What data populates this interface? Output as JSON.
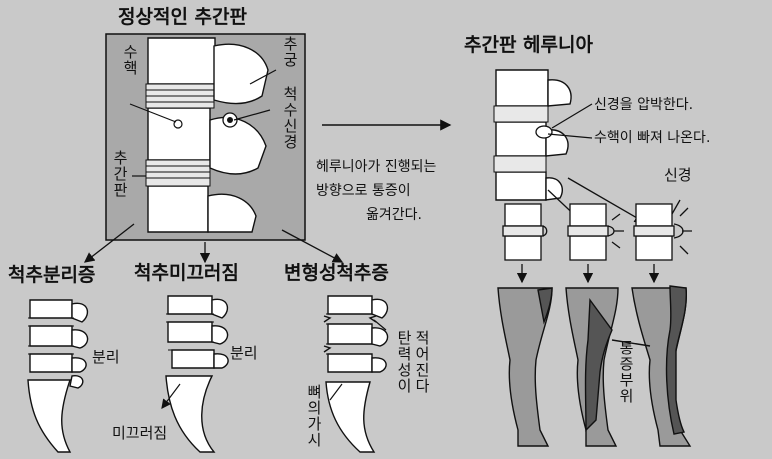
{
  "normal_disc": {
    "title": "정상적인 추간판",
    "vertebral_arch": "추궁",
    "nucleus": "수핵",
    "spinal_nerve": "척수신경",
    "disc": "추간판"
  },
  "hernia": {
    "title": "추간판 헤루니아",
    "compress_nerve": "신경을 압박한다.",
    "nucleus_out": "수핵이 빠져 나온다.",
    "nerve": "신경",
    "pain_moves": [
      "헤루니아가 진행되는",
      "방향으로 통증이",
      "옮겨간다."
    ],
    "pain_area": "통증부위"
  },
  "conditions": {
    "spondylolysis": {
      "title": "척추분리증",
      "label": "분리"
    },
    "spondylolisthesis": {
      "title": "척추미끄러짐",
      "label": "분리",
      "slip": "미끄러짐"
    },
    "spondylosis": {
      "title": "변형성척추증",
      "spur": "뼈의가시",
      "elastic": "탄력성이",
      "less": "적어진다"
    }
  },
  "colors": {
    "background": "#c9c9c9",
    "panel": "#a9a9a9",
    "bone": "#ffffff",
    "line": "#111111",
    "pain": "#5a5a5a"
  }
}
